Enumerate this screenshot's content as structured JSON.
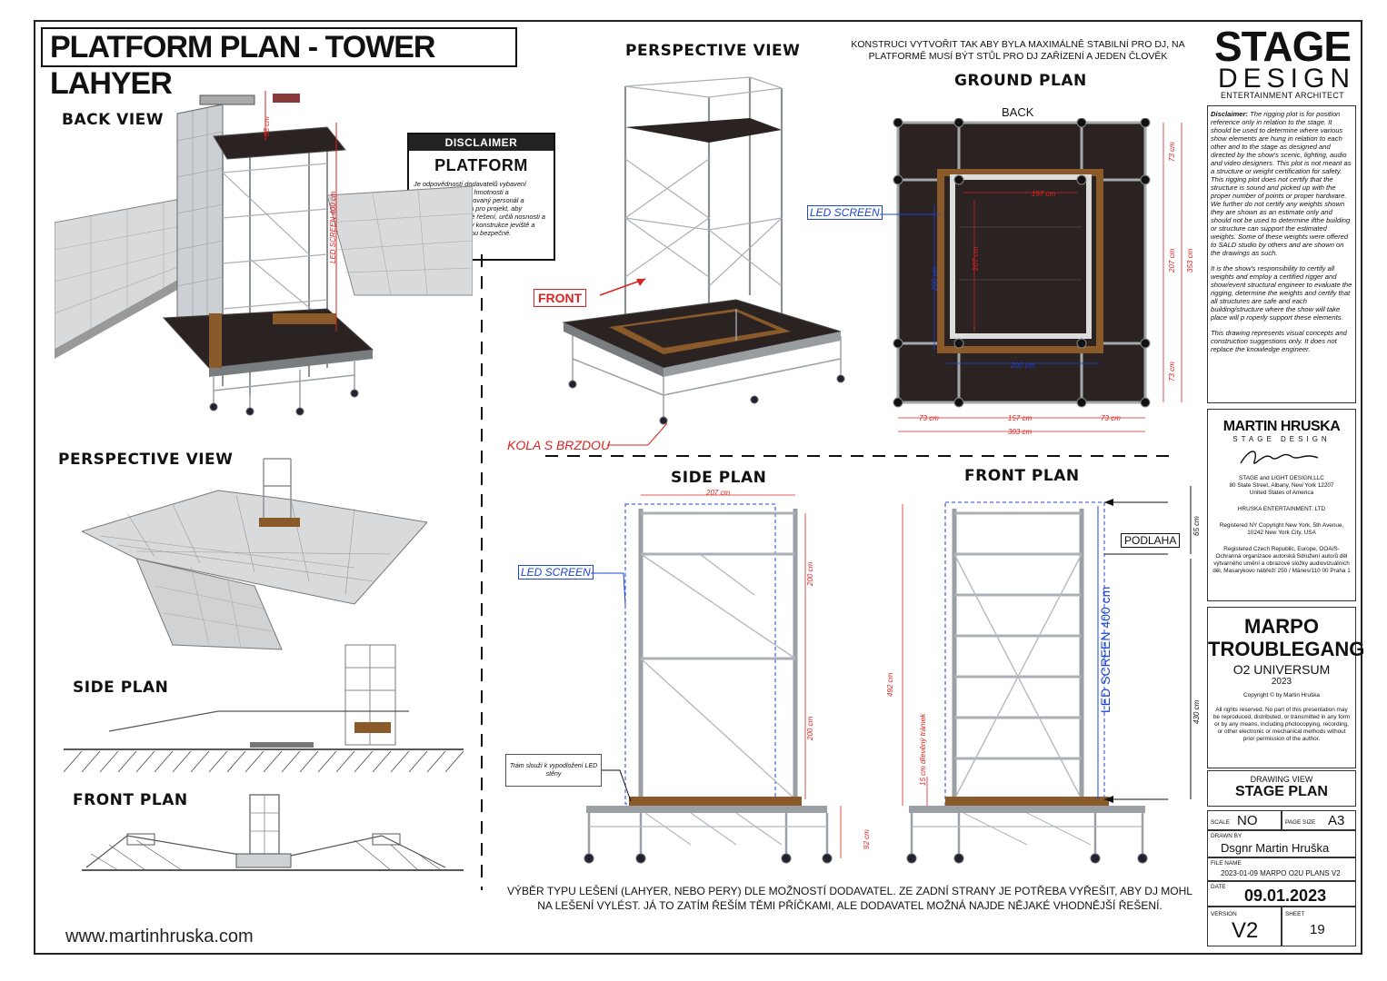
{
  "title": "PLATFORM PLAN - TOWER  LAHYER",
  "views": {
    "back_view": "BACK VIEW",
    "perspective_top": "PERSPECTIVE VIEW",
    "perspective_left": "PERSPECTIVE VIEW",
    "ground_plan": "GROUND PLAN",
    "side_plan_small": "SIDE PLAN",
    "front_plan_small": "FRONT PLAN",
    "side_plan": "SIDE PLAN",
    "front_plan": "FRONT PLAN"
  },
  "disclaimer_box": {
    "header": "DISCLAIMER",
    "title": "PLATFORM",
    "text": "Je odpovědností dodavatelů vybavení certifikovat všechny hmotnosti a zaměstnávat certifikovaný personál a stavebního inženýra pro projekt, aby vyhodnotili navržené řešení, určili nosnosti a potvrdili, že všechny konstrukce jeviště a povrchové desky jsou bezpečné."
  },
  "top_note": "KONSTRUCI VYTVOŘIT TAK ABY BYLA MAXIMÁLNĚ STABILNÍ PRO DJ, NA PLATFORMĚ MUSÍ BÝT STŮL PRO DJ ZAŘÍZENÍ A JEDEN ČLOVĚK",
  "labels": {
    "front": "FRONT",
    "kola": "KOLA S BRZDOU",
    "back": "BACK",
    "led_screen": "LED SCREEN",
    "led_screen_400": "LED SCREEN 400 cm",
    "podlaha": "PODLAHA",
    "tram": "Trám slouží k vypodložení LED stěny",
    "tramek": "15 cm dřevěný trámek"
  },
  "dims": {
    "d88": "88 cm",
    "led400v": "LED SCREEN 400 cm",
    "g73a": "73 cm",
    "g157": "157 cm",
    "g207": "207 cm",
    "g200": "200 cm",
    "g353": "353 cm",
    "g303": "303 cm",
    "g200b": "200 cm",
    "s207": "207 cm",
    "s200a": "200 cm",
    "s200b": "200 cm",
    "f65": "65 cm",
    "f492": "492 cm",
    "f430": "430 cm",
    "f92": "92 cm"
  },
  "bottom_note": "VÝBĚR TYPU LEŠENÍ (LAHYER, NEBO PERY) DLE MOŽNOSTÍ DODAVATEL. ZE ZADNÍ STRANY JE POTŘEBA VYŘEŠIT, ABY DJ MOHL NA LEŠENÍ VYLÉST. JÁ TO ZATÍM ŘEŠÍM TĚMI PŘÍČKAMI, ALE DODAVATEL MOŽNÁ NAJDE NĚJAKÉ VHODNĚJŠÍ ŘEŠENÍ.",
  "url": "www.martinhruska.com",
  "logo": {
    "line1": "STAGE",
    "line2": "DESIGN",
    "line3": "ENTERTAINMENT ARCHITECT"
  },
  "rigging_disclaimer": {
    "lead": "Disclaimer:",
    "p1": "The rigging plot is for position reference only in relation to the stage. It should be used to determine where various show elements are hung in relation to each other and to the stage as designed and directed by the show's scenic, lighting, audio and video designers. This plot is not meant as a structure or weight certification for safety.",
    "p2": "This rigging plot does not certify that the structure is sound and picked up with the proper number of points or proper hardware. We further do not certify any weights shown they are shown as an estimate only and should not be used to determine ifthe building or structure can support the estimated weights. Some of these weights were offered to SALD studio by others and are shown on the drawings as such.",
    "p3": "It is the show's responsibility to certify all weights and employ a certified rigger and show/event structural engineer to evaluate the rigging, determine the weights and certify that all structures are safe and each building/structure where the show will take place will p roperly support these elements.",
    "p4": "This drawing represents visual concepts and construction suggestions only. It does not replace the knowledge engineer."
  },
  "designer": {
    "name": "MARTIN HRUSKA",
    "sub": "STAGE DESIGN",
    "addr1": "STAGE and LIGHT DESIGN,LLC",
    "addr2": "80 State Street, Albany, New York 12207",
    "addr3": "United States of America",
    "ent": "HRUSKA ENTERTAINMENT. LTD",
    "reg1": "Registered NY Copyright New York, 5th Avenue, 10242 New York City, USA",
    "reg2": "Registered Czech Republic, Europe, OOA/S-Ochranná organizace autorská Sdružení autorů děl výtvarného umění a obrazové složky audiovizuálních děl, Masarykovo nábřeží 250 / Mánes/110 00 Praha 1"
  },
  "project": {
    "line1": "MARPO",
    "line2": "TROUBLEGANG",
    "venue": "O2 UNIVERSUM",
    "year": "2023",
    "copyright": "Copyright © by Martin Hruška",
    "rights": "All rights reserved. No part of this presentation may be reproduced, distributed, or transmitted in any form or by any means, including photocopying, recording, or other electronic or mechanical methods without prior permission of the author."
  },
  "titleblock": {
    "drawing_view_label": "DRAWING VIEW",
    "drawing_view": "STAGE PLAN",
    "scale_label": "SCALE",
    "scale": "NO",
    "page_size_label": "PAGE SIZE",
    "page_size": "A3",
    "drawn_by_label": "DRAWN BY",
    "drawn_by": "Dsgnr Martin Hruška",
    "file_name_label": "FILE NAME",
    "file_name": "2023-01-09 MARPO O2U PLANS V2",
    "date_label": "DATE",
    "date": "09.01.2023",
    "version_label": "VERSION",
    "version": "V2",
    "sheet_label": "SHEET",
    "sheet": "19"
  },
  "colors": {
    "red": "#d22222",
    "blue": "#1d45d8",
    "wood": "#8a5a2b",
    "deck": "#2b2222",
    "metal": "#b9bdc2"
  }
}
